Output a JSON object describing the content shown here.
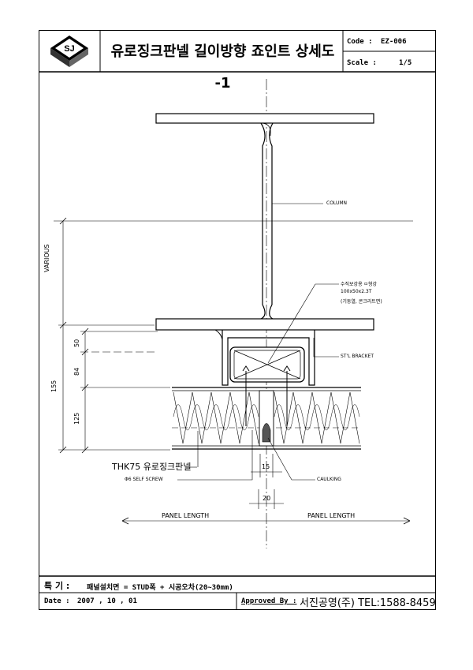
{
  "header": {
    "logo_text": "SJ",
    "title": "유로징크판넬 길이방향 죠인트 상세도 -1",
    "code_label": "Code :",
    "code_value": "EZ-006",
    "scale_label": "Scale :",
    "scale_value": "1/5"
  },
  "drawing": {
    "labels": {
      "column": "COLUMN",
      "pipe_line1": "수직보강용 ㅁ형강",
      "pipe_line2": "100x50x2.3T",
      "pipe_line3": "(기둥열, 콘크리트면)",
      "bracket": "ST'L BRACKET",
      "panel": "THK75 유로징크판넬",
      "screw": "Φ6 SELF SCREW",
      "caulking": "CAULKING",
      "panel_length_left": "PANEL LENGTH",
      "panel_length_right": "PANEL LENGTH"
    },
    "dimensions": {
      "various": "VARIOUS",
      "d155": "155",
      "d50": "50",
      "d84": "84",
      "d125": "125",
      "d15": "15",
      "d20": "20"
    }
  },
  "footer": {
    "note_label": "특 기 :",
    "note_text": "패널설치면 = STUD폭 + 시공오차(20~30mm)",
    "date_label": "Date :",
    "date_value": "2007 , 10 , 01",
    "approved_label": "Approved By :",
    "approved_value": "서진공영(주) TEL:1588-8459"
  }
}
